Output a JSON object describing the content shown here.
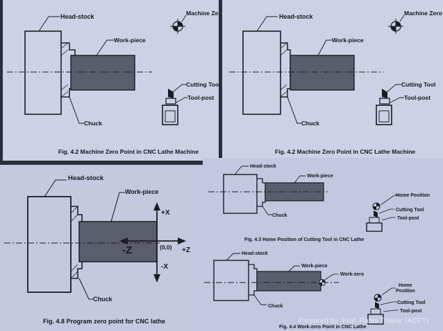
{
  "panel_top_left": {
    "headstock": "Head-stock",
    "workpiece": "Work-piece",
    "machine_zero": "Machine Zero",
    "cutting_tool": "Cutting Tool",
    "tool_post": "Tool-post",
    "chuck": "Chuck",
    "caption": "Fig. 4.2 Machine Zero Point in CNC Lathe Machine"
  },
  "panel_top_right": {
    "headstock": "Head-stock",
    "workpiece": "Work-piece",
    "machine_zero": "Machine Zero",
    "cutting_tool": "Cutting Tool",
    "tool_post": "Tool-post",
    "chuck": "Chuck",
    "caption": "Fig. 4.2 Machine Zero Point in CNC Lathe Machine"
  },
  "panel_bottom_left": {
    "headstock": "Head-stock",
    "workpiece": "Work-piece",
    "plus_x": "+X",
    "minus_x": "-X",
    "minus_z": "-Z",
    "plus_z": "+Z",
    "origin": "(0,0)",
    "chuck": "Chuck",
    "caption": "Fig. 4.8 Program zero point for CNC lathe"
  },
  "panel_bottom_right": {
    "top": {
      "headstock": "Head-stock",
      "workpiece": "Work-piece",
      "home_position": "Home Position",
      "cutting_tool": "Cutting Tool",
      "tool_post": "Tool-post",
      "chuck": "Chuck",
      "caption": "Fig. 4.3 Home Position of Cutting Tool in CNC Lathe"
    },
    "bottom": {
      "headstock": "Head-stock",
      "workpiece": "Work-piece",
      "work_zero": "Work-zero",
      "home_line1": "Home",
      "home_line2": "Position",
      "cutting_tool": "Cutting Tool",
      "tool_post": "Tool-post",
      "chuck": "Chuck",
      "caption": "Fig. 4.4 Work-zero Point in CNC Lathe"
    }
  },
  "watermark": "Prepared by: Prof. Rahul Thakar (ACET)",
  "colors": {
    "panel": "#cdd1e6",
    "ink": "#1b1c24",
    "workpiece": "#5a5d6b",
    "background": "#2a2d3c"
  }
}
